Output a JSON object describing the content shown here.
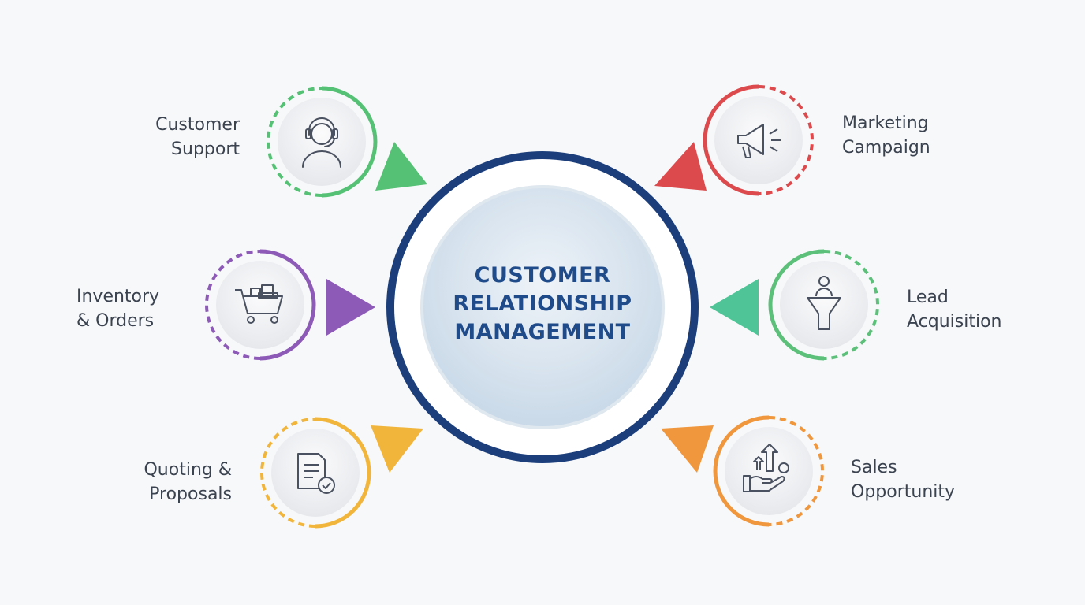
{
  "center": {
    "line1": "CUSTOMER",
    "line2": "RELATIONSHIP",
    "line3": "MANAGEMENT",
    "ring_color": "#1c3f7c"
  },
  "nodes": [
    {
      "id": "customer-support",
      "line1": "Customer",
      "line2": "Support",
      "color": "#55c175",
      "icon": "headset-agent-icon"
    },
    {
      "id": "marketing-campaign",
      "line1": "Marketing",
      "line2": "Campaign",
      "color": "#dd4a4d",
      "icon": "megaphone-icon"
    },
    {
      "id": "inventory-orders",
      "line1": "Inventory",
      "line2": "& Orders",
      "color": "#8e5ab8",
      "icon": "shopping-cart-icon"
    },
    {
      "id": "lead-acquisition",
      "line1": "Lead",
      "line2": "Acquisition",
      "color": "#5cc07a",
      "icon": "funnel-person-icon"
    },
    {
      "id": "quoting-proposals",
      "line1": "Quoting &",
      "line2": "Proposals",
      "color": "#f1b53c",
      "icon": "document-check-icon"
    },
    {
      "id": "sales-opportunity",
      "line1": "Sales",
      "line2": "Opportunity",
      "color": "#f0963c",
      "icon": "hand-growth-icon"
    }
  ]
}
